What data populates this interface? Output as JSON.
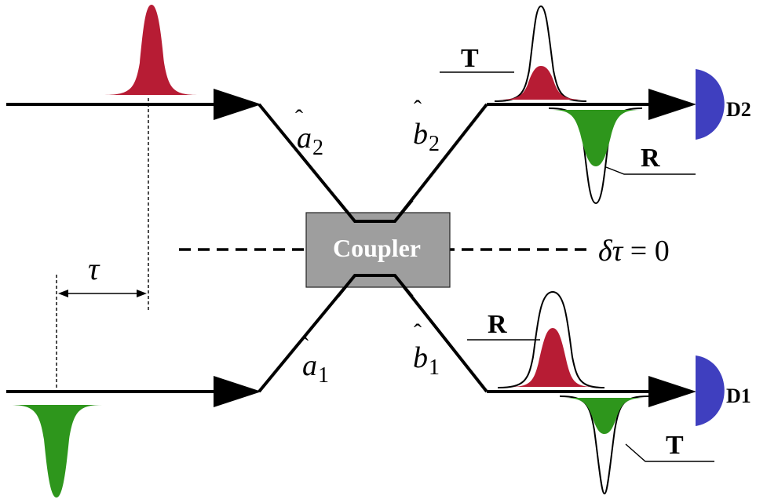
{
  "colors": {
    "pulse_red": "#b71c34",
    "pulse_green": "#2e961c",
    "detector_blue": "#3f3fbf",
    "coupler_fill": "#9e9e9e",
    "coupler_text": "#ffffff",
    "line": "#000000"
  },
  "coupler": {
    "label": "Coupler"
  },
  "detectors": {
    "top": "D2",
    "bottom": "D1"
  },
  "modes": {
    "a2": {
      "hat": "a",
      "sub": "2"
    },
    "a1": {
      "hat": "a",
      "sub": "1"
    },
    "b2": {
      "hat": "b",
      "sub": "2"
    },
    "b1": {
      "hat": "b",
      "sub": "1"
    }
  },
  "delay": {
    "symbol": "τ"
  },
  "delay_condition": {
    "lhs": "δτ",
    "rel": " = ",
    "rhs": "0"
  },
  "outputs": {
    "top_transmitted": "T",
    "top_reflected": "R",
    "bottom_reflected": "R",
    "bottom_transmitted": "T"
  }
}
